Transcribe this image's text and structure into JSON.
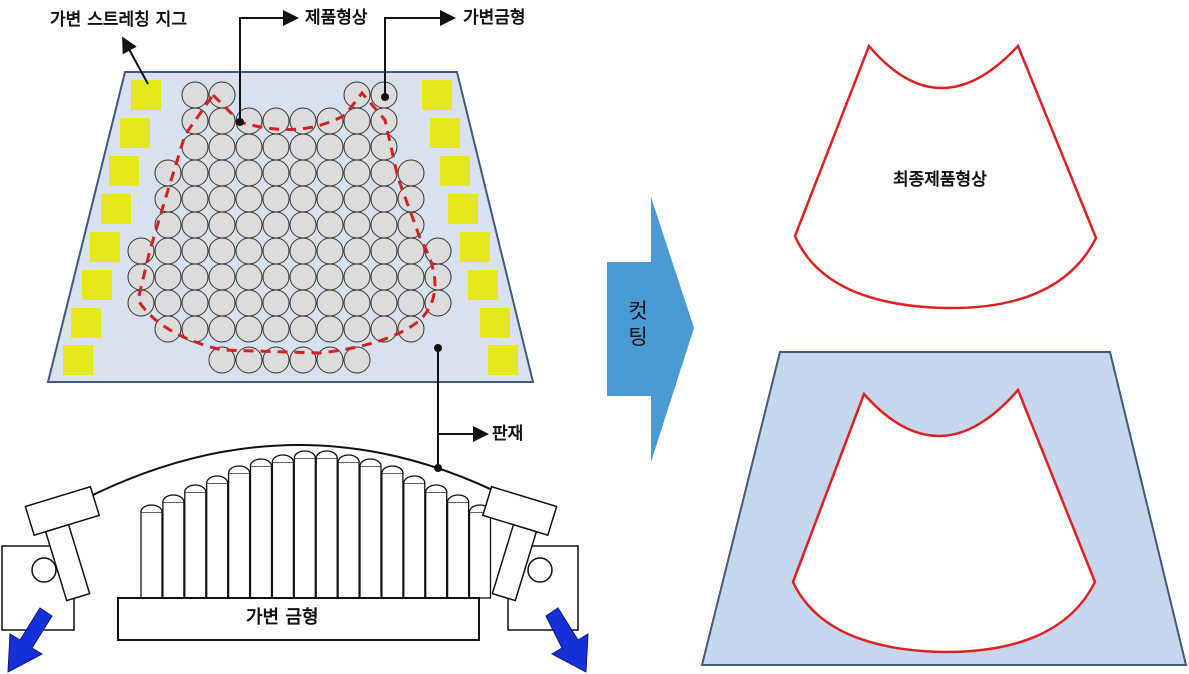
{
  "labels": {
    "stretch_jig": "가변 스트레칭 지그",
    "product_shape": "제품형상",
    "variable_mold_top": "가변금형",
    "sheet": "판재",
    "variable_mold_bottom": "가변 금형",
    "cutting_line1": "컷",
    "cutting_line2": "팅",
    "final_product_shape": "최종제품형상"
  },
  "colors": {
    "plate_fill": "#d8e2ef",
    "plate_stroke": "#3f5a7a",
    "pin_fill": "#dcdcdc",
    "pin_stroke": "#333333",
    "jig_pad": "#e4e81c",
    "product_outline": "#e02020",
    "cutting_arrow": "#4a9bd4",
    "final_plate_fill": "#c6d6ec",
    "pull_arrow": "#1530d8"
  },
  "icons": {
    "process_arrow": "right-arrow-icon",
    "pull_arrows": "down-diagonal-arrow-icon"
  }
}
